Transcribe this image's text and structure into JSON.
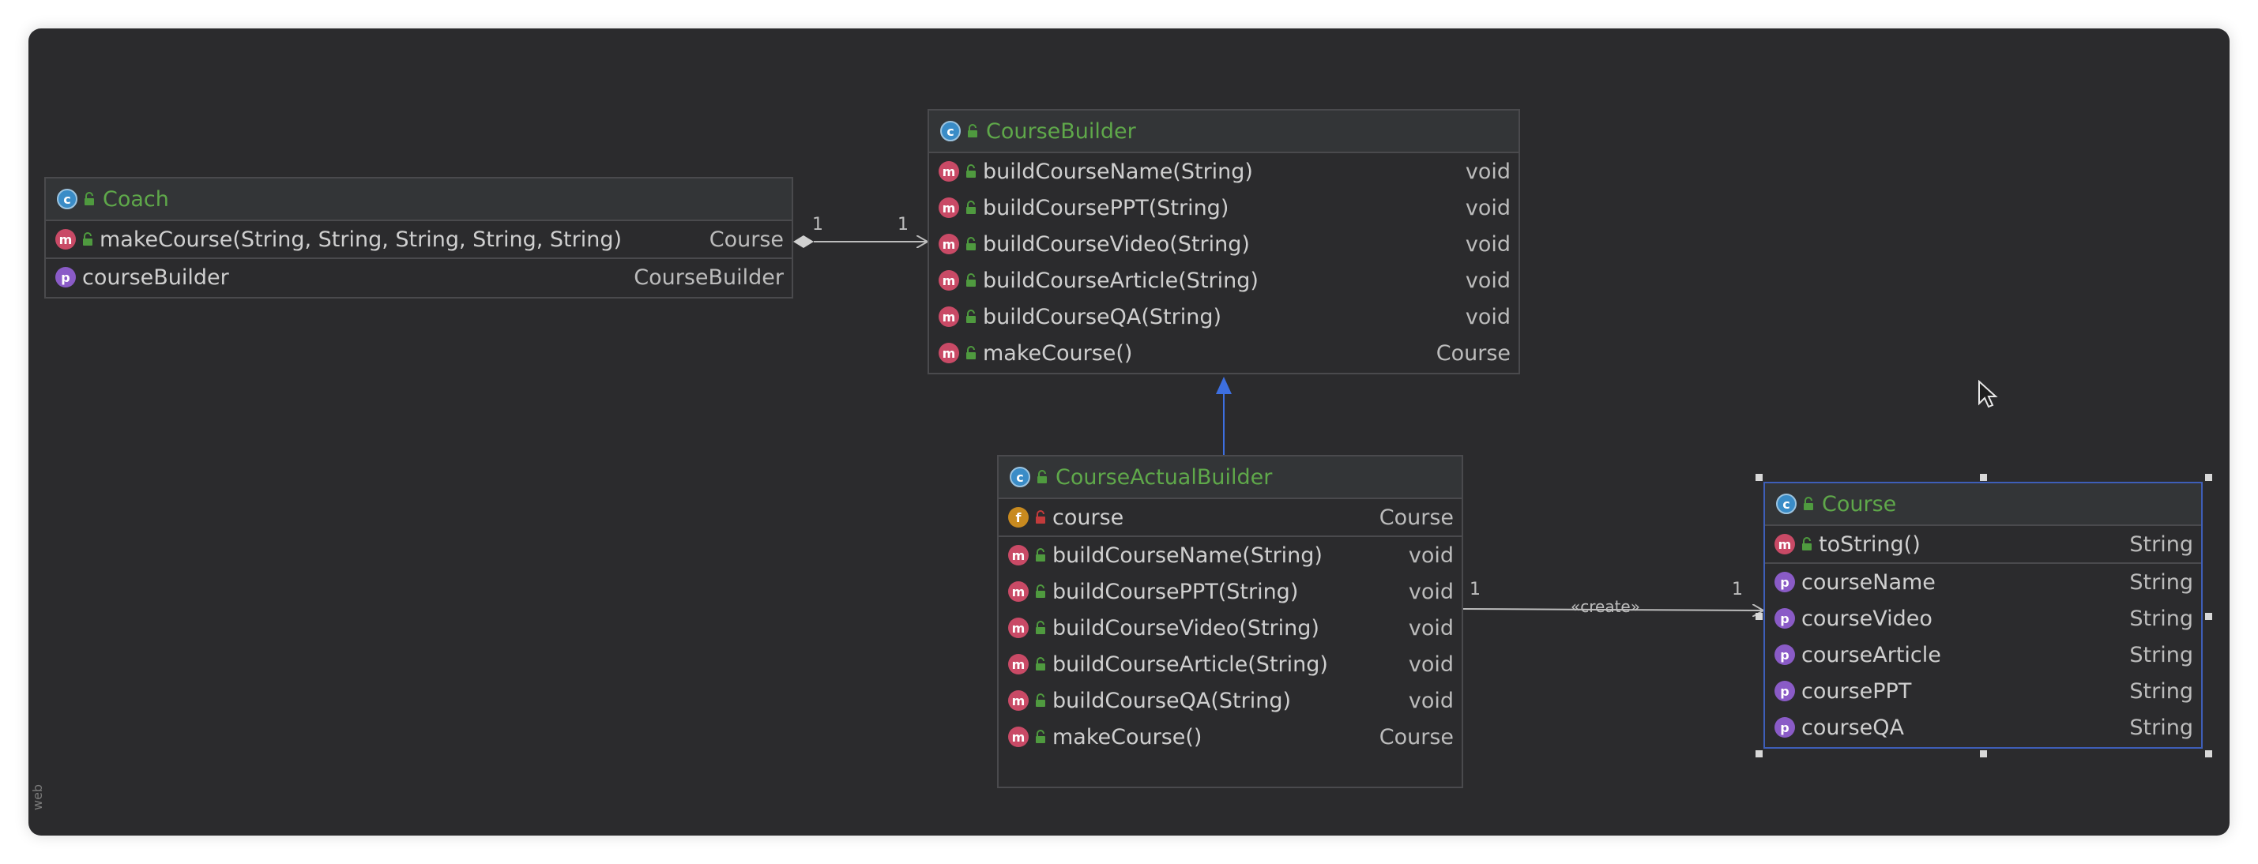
{
  "classes": {
    "coach": {
      "name": "Coach",
      "methods": [
        {
          "name": "makeCourse(String, String, String, String, String)",
          "type": "Course"
        }
      ],
      "properties": [
        {
          "name": "courseBuilder",
          "type": "CourseBuilder"
        }
      ]
    },
    "course_builder": {
      "name": "CourseBuilder",
      "methods": [
        {
          "name": "buildCourseName(String)",
          "type": "void"
        },
        {
          "name": "buildCoursePPT(String)",
          "type": "void"
        },
        {
          "name": "buildCourseVideo(String)",
          "type": "void"
        },
        {
          "name": "buildCourseArticle(String)",
          "type": "void"
        },
        {
          "name": "buildCourseQA(String)",
          "type": "void"
        },
        {
          "name": "makeCourse()",
          "type": "Course"
        }
      ]
    },
    "course_actual_builder": {
      "name": "CourseActualBuilder",
      "fields": [
        {
          "name": "course",
          "type": "Course"
        }
      ],
      "methods": [
        {
          "name": "buildCourseName(String)",
          "type": "void"
        },
        {
          "name": "buildCoursePPT(String)",
          "type": "void"
        },
        {
          "name": "buildCourseVideo(String)",
          "type": "void"
        },
        {
          "name": "buildCourseArticle(String)",
          "type": "void"
        },
        {
          "name": "buildCourseQA(String)",
          "type": "void"
        },
        {
          "name": "makeCourse()",
          "type": "Course"
        }
      ]
    },
    "course": {
      "name": "Course",
      "methods": [
        {
          "name": "toString()",
          "type": "String"
        }
      ],
      "properties": [
        {
          "name": "courseName",
          "type": "String"
        },
        {
          "name": "courseVideo",
          "type": "String"
        },
        {
          "name": "courseArticle",
          "type": "String"
        },
        {
          "name": "coursePPT",
          "type": "String"
        },
        {
          "name": "courseQA",
          "type": "String"
        }
      ]
    }
  },
  "edges": {
    "coach_to_builder": {
      "source_mult": "1",
      "target_mult": "1"
    },
    "actual_to_course": {
      "source_mult": "1",
      "target_mult": "1",
      "label": "«create»"
    }
  },
  "badges": {
    "class": "c",
    "method": "m",
    "property": "p",
    "field": "f"
  },
  "colors": {
    "background": "#2b2b2d",
    "class_name": "#5fa84a",
    "selection": "#3e5eb8",
    "inheritance_arrow": "#3d6fe0",
    "method_badge": "#c94a66",
    "property_badge": "#8a5bc7",
    "field_badge": "#c88a1f",
    "class_badge": "#3a8cc7"
  },
  "side_text": "web"
}
